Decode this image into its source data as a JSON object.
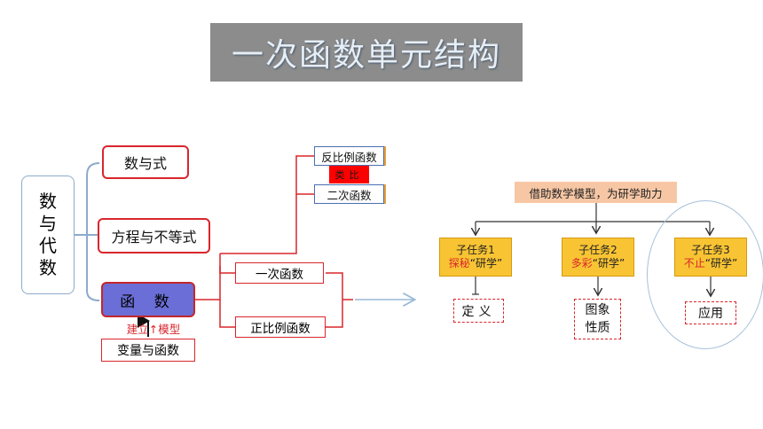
{
  "title": "一次函数单元结构",
  "root": {
    "chars": [
      "数",
      "与",
      "代",
      "数"
    ]
  },
  "branches": {
    "shu_yu_shi": "数与式",
    "fangcheng": "方程与不等式",
    "hanshu": "函 数",
    "jianli_moxing": "建立↑模型",
    "bianliang": "变量与函数"
  },
  "function_types": {
    "yici": "一次函数",
    "zhengbili": "正比例函数",
    "fanbili": "反比例函数",
    "erci": "二次函数",
    "leibi": "类比"
  },
  "research": {
    "header": "借助数学模型，为研学助力",
    "tasks": [
      {
        "name": "子任务1",
        "prefix": "探秘",
        "suffix": "“研学”"
      },
      {
        "name": "子任务2",
        "prefix": "多彩",
        "suffix": "“研学”"
      },
      {
        "name": "子任务3",
        "prefix": "不止",
        "suffix": "“研学”"
      }
    ],
    "outputs": {
      "dingyi": "定义",
      "tuxiang_line1": "图象",
      "tuxiang_line2": "性质",
      "yingyong": "应用"
    }
  },
  "colors": {
    "accent_red": "#d9262c",
    "hanshu_fill": "#6a6ed6",
    "task_yellow": "#f9c433",
    "header_peach": "#f7c7a5",
    "title_gray": "#8c8c8c"
  }
}
